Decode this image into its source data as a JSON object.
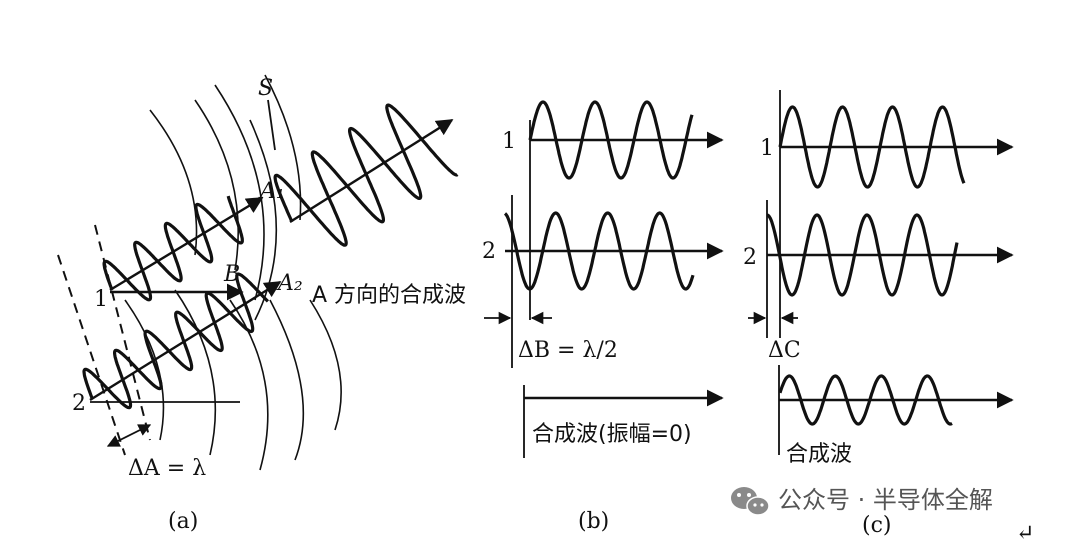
{
  "panel_a": {
    "caption": "(a)",
    "source_1": "1",
    "source_2": "2",
    "label_S": "S",
    "label_A1": "A₁",
    "label_A2": "A₂",
    "label_B": "B",
    "combined_wave": "A 方向的合成波",
    "delta": "ΔA = λ"
  },
  "panel_b": {
    "caption": "(b)",
    "wave_1": "1",
    "wave_2": "2",
    "delta": "ΔB = λ/2",
    "result": "合成波(振幅=0)"
  },
  "panel_c": {
    "caption": "(c)",
    "wave_1": "1",
    "wave_2": "2",
    "delta": "ΔC",
    "result": "合成波"
  },
  "watermark": {
    "text": "公众号 · 半导体全解",
    "icon": "wechat-icon"
  },
  "corner_mark": "↵"
}
